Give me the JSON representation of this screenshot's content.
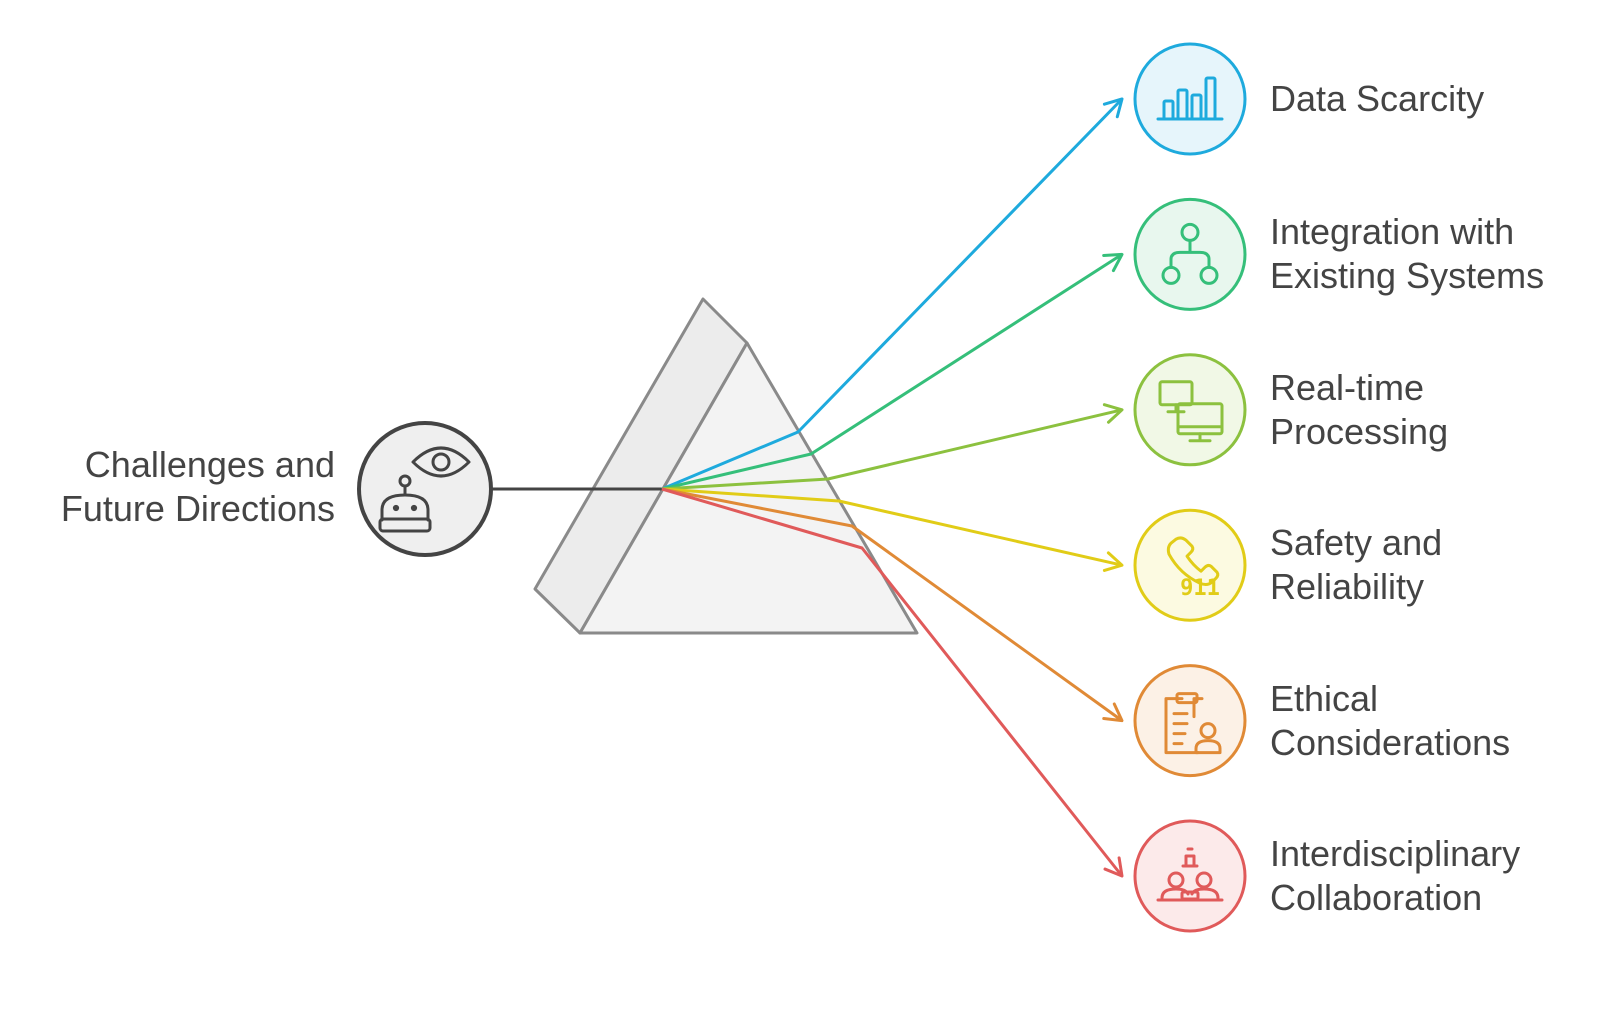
{
  "source": {
    "lines": [
      "Challenges and",
      "Future Directions"
    ],
    "icon": "robot-eye-icon"
  },
  "branches": [
    {
      "lines": [
        "Data Scarcity"
      ],
      "color": "#1eaadd",
      "fill": "#e6f5fb",
      "icon": "bar-chart-icon"
    },
    {
      "lines": [
        "Integration with",
        "Existing Systems"
      ],
      "color": "#35bf7a",
      "fill": "#e8f7ee",
      "icon": "network-nodes-icon"
    },
    {
      "lines": [
        "Real-time",
        "Processing"
      ],
      "color": "#8cc13f",
      "fill": "#f1f8e6",
      "icon": "computers-icon"
    },
    {
      "lines": [
        "Safety and",
        "Reliability"
      ],
      "color": "#e1cc17",
      "fill": "#fcfae1",
      "icon": "emergency-phone-911-icon",
      "icon_text": "911"
    },
    {
      "lines": [
        "Ethical",
        "Considerations"
      ],
      "color": "#e08a36",
      "fill": "#fcf1e6",
      "icon": "clipboard-person-icon"
    },
    {
      "lines": [
        "Interdisciplinary",
        "Collaboration"
      ],
      "color": "#e05a5a",
      "fill": "#fceaea",
      "icon": "team-collaboration-icon"
    }
  ]
}
